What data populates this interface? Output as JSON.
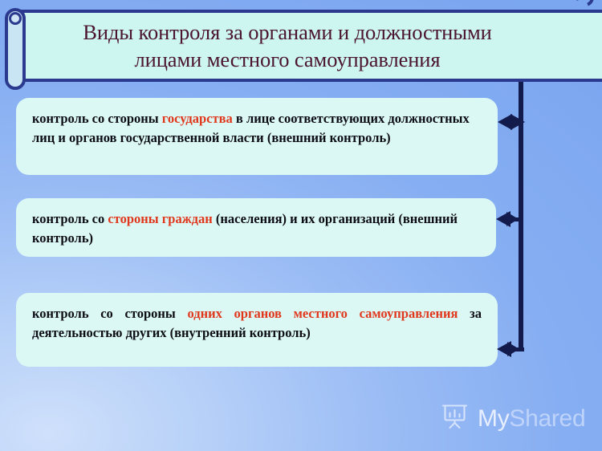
{
  "slide": {
    "title": "Виды контроля за органами и должностными\nлицами местного самоуправления",
    "title_color": "#4b1430",
    "banner_fill": "#cdf6f1",
    "banner_border": "#2b3a8f",
    "background_colors": [
      "#cfe0fb",
      "#7ba6f0"
    ],
    "box_fill": "#dcf8f4",
    "highlight_color": "#e0371d",
    "connector_color": "#131b4d"
  },
  "boxes": [
    {
      "id": "box-1",
      "segments": [
        {
          "text": "контроль со стороны ",
          "highlight": false
        },
        {
          "text": "государства",
          "highlight": true
        },
        {
          "text": " в лице соответствующих должностных лиц и органов государственной власти (внешний контроль)",
          "highlight": false
        }
      ],
      "plain_text": "контроль со стороны государства в лице соответствующих должностных лиц и органов государственной власти (внешний контроль)"
    },
    {
      "id": "box-2",
      "segments": [
        {
          "text": "контроль со ",
          "highlight": false
        },
        {
          "text": "стороны граждан",
          "highlight": true
        },
        {
          "text": " (населения) и их организаций (внешний контроль)",
          "highlight": false
        }
      ],
      "plain_text": "контроль со стороны граждан (населения) и их организаций (внешний контроль)"
    },
    {
      "id": "box-3",
      "segments": [
        {
          "text": "контроль со стороны ",
          "highlight": false
        },
        {
          "text": "одних органов местного самоуправления",
          "highlight": true
        },
        {
          "text": " за деятельностью других (внутренний контроль)",
          "highlight": false
        }
      ],
      "plain_text": "контроль со стороны одних органов местного самоуправления за деятельностью других (внутренний контроль)"
    }
  ],
  "connectors": [
    {
      "id": "arrow-1",
      "kind": "double-headed-arrow",
      "target": "box-1"
    },
    {
      "id": "arrow-2",
      "kind": "left-arrow",
      "target": "box-2"
    },
    {
      "id": "arrow-3",
      "kind": "left-arrow",
      "target": "box-3"
    }
  ],
  "watermark": {
    "brand_first": "My",
    "brand_second": "Shared",
    "icon": "presentation-board-icon"
  }
}
